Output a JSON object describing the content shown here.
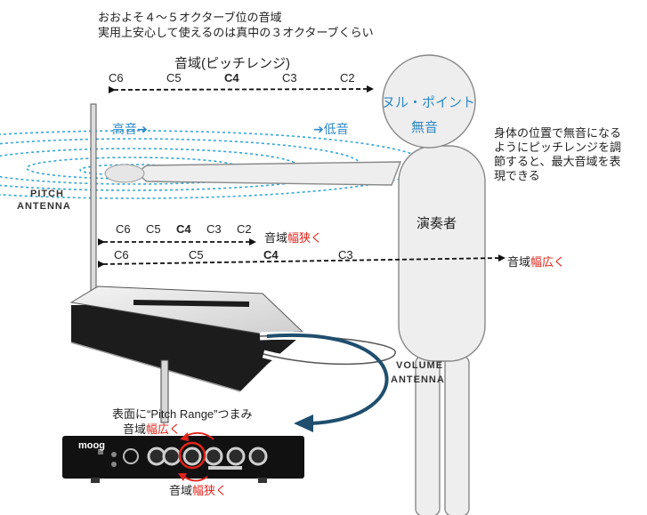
{
  "header": {
    "line1": "おおよそ４～５オクターブ位の音域",
    "line2": "実用上安心して使えるのは真中の３オクターブくらい"
  },
  "pitch_range": {
    "title": "音域(ピッチレンジ)",
    "top_scale": [
      "C6",
      "C5",
      "C4",
      "C3",
      "C2"
    ],
    "high_label": "高音➔",
    "low_label": "➔低音"
  },
  "null_point": {
    "label": "ヌル・ポイント",
    "sub": "無音"
  },
  "side_note": {
    "line1": "身体の位置で無音になる",
    "line2": "ようにピッチレンジを調",
    "line3": "節すると、最大音域を表",
    "line4": "現できる"
  },
  "antenna_labels": {
    "pitch_line1": "PITCH",
    "pitch_line2": "ANTENNA",
    "volume_line1": "VOLUME",
    "volume_line2": "ANTENNA"
  },
  "performer": {
    "label": "演奏者"
  },
  "narrow_scale": {
    "notes": [
      "C6",
      "C5",
      "C4",
      "C3",
      "C2"
    ],
    "label_prefix": "音域",
    "label_accent": "幅狭く"
  },
  "wide_scale": {
    "notes": [
      "C6",
      "C5",
      "C4",
      "C3"
    ],
    "label_prefix": "音域",
    "label_accent": "幅広く"
  },
  "panel": {
    "caption": "表面に“Pitch Range”つまみ",
    "wide_prefix": "音域",
    "wide_accent": "幅広く",
    "narrow_prefix": "音域",
    "narrow_accent": "幅狭く",
    "logo": "moog"
  },
  "colors": {
    "accent_red": "#e0241b",
    "accent_blue": "#2d8ac8",
    "arrow_blue": "#1f4e6e"
  }
}
